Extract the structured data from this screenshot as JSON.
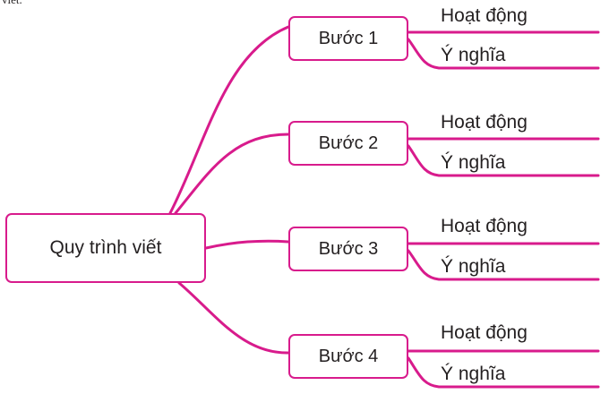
{
  "top_fragment": "viết.",
  "diagram": {
    "root_label": "Quy trình viết",
    "steps": [
      {
        "label": "Bước 1",
        "activity": "Hoạt động",
        "meaning": "Ý nghĩa"
      },
      {
        "label": "Bước 2",
        "activity": "Hoạt động",
        "meaning": "Ý nghĩa"
      },
      {
        "label": "Bước 3",
        "activity": "Hoạt động",
        "meaning": "Ý nghĩa"
      },
      {
        "label": "Bước 4",
        "activity": "Hoạt động",
        "meaning": "Ý nghĩa"
      }
    ],
    "line_color": "#d81b8c",
    "text_color": "#231f20"
  }
}
